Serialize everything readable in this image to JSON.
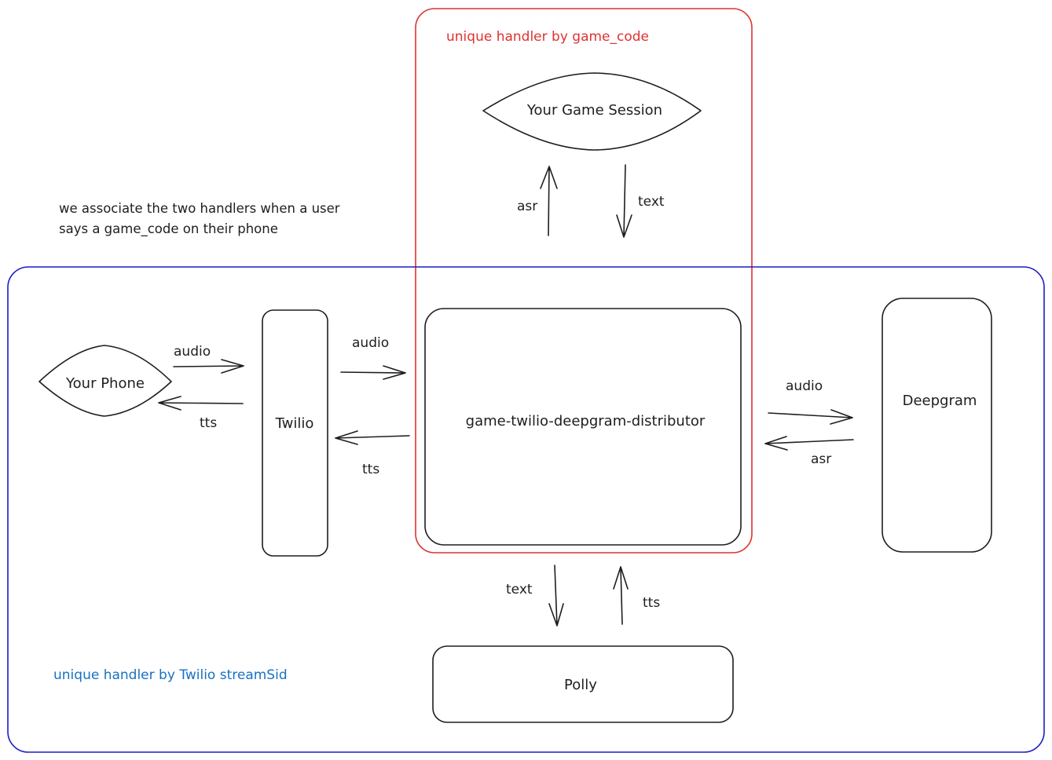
{
  "groups": {
    "game_code_label": "unique handler by game_code",
    "stream_sid_label": "unique handler by Twilio streamSid"
  },
  "note": {
    "line1": "we associate the two handlers when a user",
    "line2": "says a game_code on their phone"
  },
  "nodes": {
    "game_session": "Your Game Session",
    "phone": "Your Phone",
    "twilio": "Twilio",
    "distributor": "game-twilio-deepgram-distributor",
    "deepgram": "Deepgram",
    "polly": "Polly"
  },
  "edges": {
    "distributor_to_game": "asr",
    "game_to_distributor": "text",
    "phone_to_twilio": "audio",
    "twilio_to_phone": "tts",
    "twilio_to_distributor": "audio",
    "distributor_to_twilio": "tts",
    "distributor_to_deepgram": "audio",
    "deepgram_to_distributor": "asr",
    "distributor_to_polly": "text",
    "polly_to_distributor": "tts"
  },
  "colors": {
    "game_code_group": "#e03131",
    "stream_sid_group": "#1c1cc9",
    "stroke": "#1e1e1e"
  }
}
